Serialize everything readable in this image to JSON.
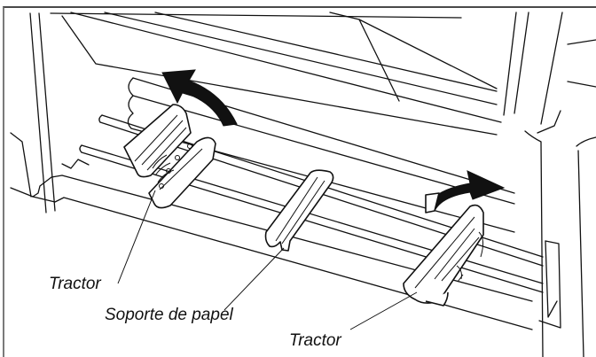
{
  "figure": {
    "description": "Printer tractor feed unit line drawing",
    "labels": {
      "tractor_left": "Tractor",
      "paper_support": "Soporte de papel",
      "tractor_right": "Tractor"
    },
    "arrows": {
      "left": "curved-arrow-up-left",
      "right": "curved-arrow-right"
    },
    "colors": {
      "line": "#111111",
      "background": "#ffffff",
      "frame": "#7a7a7a"
    }
  }
}
